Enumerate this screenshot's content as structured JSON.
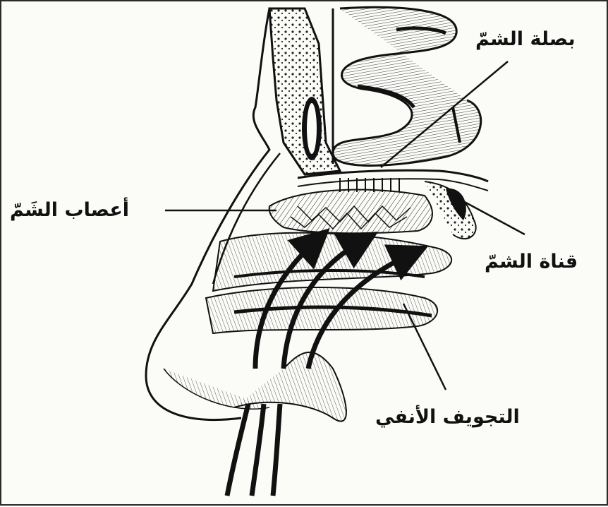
{
  "labels": {
    "olfactory_bulb": "بصلة الشمّ",
    "olfactory_nerves": "أعصاب الشَمّ",
    "olfactory_tract": "قناة الشمّ",
    "nasal_cavity": "التجويف الأنفي"
  },
  "colors": {
    "ink": "#111111",
    "paper": "#fbfbf8",
    "frame": "#2a2a2a"
  }
}
